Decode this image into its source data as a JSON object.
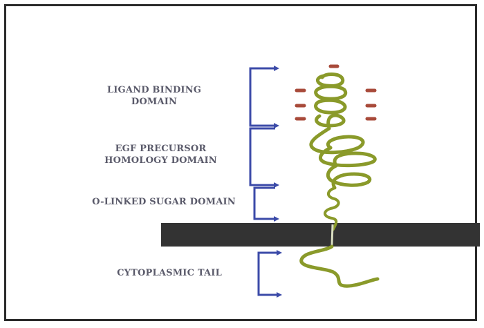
{
  "labels": {
    "ligand_binding": [
      "LIGAND BINDING",
      "DOMAIN"
    ],
    "egf_precursor": [
      "EGF PRECURSOR",
      "HOMOLOGY DOMAIN"
    ],
    "o_linked": "O-LINKED SUGAR DOMAIN",
    "cytoplasmic": "CYTOPLASMIC  TAIL"
  },
  "colors": {
    "bracket": "#3b4aa8",
    "protein": "#8a9a2a",
    "membrane": "#333333",
    "charge": "#a84a3a",
    "frame": "#2b2b2b"
  }
}
